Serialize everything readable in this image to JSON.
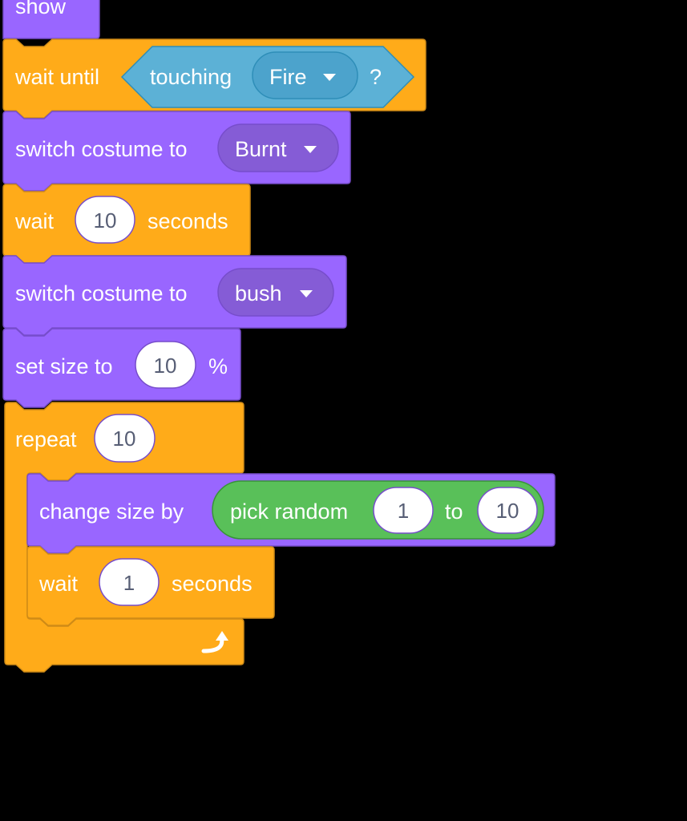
{
  "colors": {
    "looks": "#9966ff",
    "looks_edge": "#774dcb",
    "looks_field": "#855cd6",
    "control": "#ffab19",
    "control_edge": "#cf8b17",
    "sensing": "#5cb1d6",
    "sensing_edge": "#2e8eb8",
    "sensing_field": "#4ca3cc",
    "operators": "#59c059",
    "operators_edge": "#389438",
    "input_bg": "#ffffff",
    "input_text": "#575e75",
    "label_text": "#ffffff",
    "background": "#000000"
  },
  "script": {
    "show": {
      "label": "show"
    },
    "wait_until": {
      "label": "wait until",
      "condition": {
        "label": "touching",
        "menu_value": "Fire",
        "suffix": "?"
      }
    },
    "switch_costume_1": {
      "label": "switch costume to",
      "menu_value": "Burnt"
    },
    "wait_1": {
      "label": "wait",
      "value": "10",
      "suffix": "seconds"
    },
    "switch_costume_2": {
      "label": "switch costume to",
      "menu_value": "bush"
    },
    "set_size": {
      "label": "set size to",
      "value": "10",
      "suffix": "%"
    },
    "repeat": {
      "label": "repeat",
      "value": "10",
      "loop_icon": "loop-arrow-icon",
      "body": {
        "change_size": {
          "label": "change size by",
          "reporter": {
            "label": "pick random",
            "from": "1",
            "joiner": "to",
            "to": "10"
          }
        },
        "wait_2": {
          "label": "wait",
          "value": "1",
          "suffix": "seconds"
        }
      }
    }
  }
}
